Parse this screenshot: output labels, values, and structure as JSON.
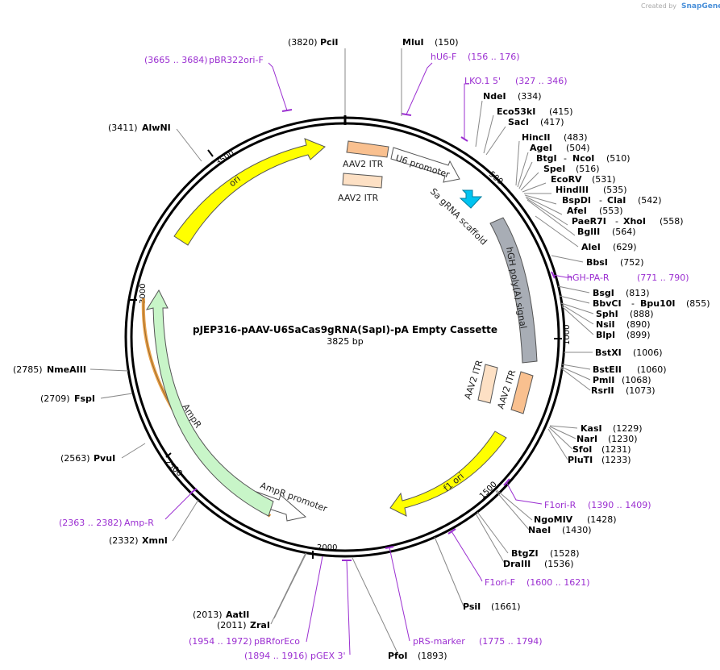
{
  "credit": {
    "prefix": "Created by",
    "brand": "SnapGene"
  },
  "plasmid": {
    "name": "pJEP316-pAAV-U6SaCas9gRNA(SapI)-pA  Empty Cassette",
    "size_label": "3825 bp"
  },
  "colors": {
    "backbone": "#000000",
    "primer": "#9b2fd1",
    "itr_dark": "#f9c08f",
    "itr_light": "#fde0c4",
    "ori": "#ffff00",
    "ampr": "#c8f5c8",
    "sa_scaffold": "#00c3f0",
    "polya": "#a8adb5",
    "promoter": "#ffffff",
    "ampr_outline": "#e8a04a"
  },
  "ticks": [
    {
      "label": "500"
    },
    {
      "label": "1000"
    },
    {
      "label": "1500"
    },
    {
      "label": "2000"
    },
    {
      "label": "2500"
    },
    {
      "label": "3000"
    },
    {
      "label": "3500"
    }
  ],
  "features": [
    {
      "label": "AAV2 ITR"
    },
    {
      "label": "AAV2 ITR"
    },
    {
      "label": "U6 promoter"
    },
    {
      "label": "Sa gRNA scaffold"
    },
    {
      "label": "hGH poly(A) signal"
    },
    {
      "label": "AAV2 ITR"
    },
    {
      "label": "AAV2 ITR"
    },
    {
      "label": "f1 ori"
    },
    {
      "label": "AmpR promoter"
    },
    {
      "label": "AmpR"
    },
    {
      "label": "ori"
    }
  ],
  "sites": [
    {
      "name": "PciI",
      "pos": "(3820)"
    },
    {
      "name": "MluI",
      "pos": "(150)"
    },
    {
      "name": "NdeI",
      "pos": "(334)"
    },
    {
      "name": "Eco53kI",
      "pos": "(415)"
    },
    {
      "name": "SacI",
      "pos": "(417)"
    },
    {
      "name": "HincII",
      "pos": "(483)"
    },
    {
      "name": "AgeI",
      "pos": "(504)"
    },
    {
      "name": "BtgI",
      "name2": "NcoI",
      "pos": "(510)"
    },
    {
      "name": "SpeI",
      "pos": "(516)"
    },
    {
      "name": "EcoRV",
      "pos": "(531)"
    },
    {
      "name": "HindIII",
      "pos": "(535)"
    },
    {
      "name": "BspDI",
      "name2": "ClaI",
      "pos": "(542)"
    },
    {
      "name": "AfeI",
      "pos": "(553)"
    },
    {
      "name": "PaeR7I",
      "name2": "XhoI",
      "pos": "(558)"
    },
    {
      "name": "BglII",
      "pos": "(564)"
    },
    {
      "name": "AleI",
      "pos": "(629)"
    },
    {
      "name": "BbsI",
      "pos": "(752)"
    },
    {
      "name": "BsgI",
      "pos": "(813)"
    },
    {
      "name": "BbvCI",
      "name2": "Bpu10I",
      "pos": "(855)"
    },
    {
      "name": "SphI",
      "pos": "(888)"
    },
    {
      "name": "NsiI",
      "pos": "(890)"
    },
    {
      "name": "BlpI",
      "pos": "(899)"
    },
    {
      "name": "BstXI",
      "pos": "(1006)"
    },
    {
      "name": "BstEII",
      "pos": "(1060)"
    },
    {
      "name": "PmlI",
      "pos": "(1068)"
    },
    {
      "name": "RsrII",
      "pos": "(1073)"
    },
    {
      "name": "KasI",
      "pos": "(1229)"
    },
    {
      "name": "NarI",
      "pos": "(1230)"
    },
    {
      "name": "SfoI",
      "pos": "(1231)"
    },
    {
      "name": "PluTI",
      "pos": "(1233)"
    },
    {
      "name": "NgoMIV",
      "pos": "(1428)"
    },
    {
      "name": "NaeI",
      "pos": "(1430)"
    },
    {
      "name": "BtgZI",
      "pos": "(1528)"
    },
    {
      "name": "DraIII",
      "pos": "(1536)"
    },
    {
      "name": "PsiI",
      "pos": "(1661)"
    },
    {
      "name": "PfoI",
      "pos": "(1893)"
    },
    {
      "name": "ZraI",
      "pos": "(2011)"
    },
    {
      "name": "AatII",
      "pos": "(2013)"
    },
    {
      "name": "XmnI",
      "pos": "(2332)"
    },
    {
      "name": "PvuI",
      "pos": "(2563)"
    },
    {
      "name": "FspI",
      "pos": "(2709)"
    },
    {
      "name": "NmeAIII",
      "pos": "(2785)"
    },
    {
      "name": "AlwNI",
      "pos": "(3411)"
    }
  ],
  "primers": [
    {
      "name": "hU6-F",
      "range": "(156 .. 176)"
    },
    {
      "name": "LKO.1 5'",
      "range": "(327 .. 346)"
    },
    {
      "name": "hGH-PA-R",
      "range": "(771 .. 790)"
    },
    {
      "name": "F1ori-R",
      "range": "(1390 .. 1409)"
    },
    {
      "name": "F1ori-F",
      "range": "(1600 .. 1621)"
    },
    {
      "name": "pRS-marker",
      "range": "(1775 .. 1794)"
    },
    {
      "name": "pGEX 3'",
      "range": "(1894 .. 1916)"
    },
    {
      "name": "pBRforEco",
      "range": "(1954 .. 1972)"
    },
    {
      "name": "Amp-R",
      "range": "(2363 .. 2382)"
    },
    {
      "name": "pBR322ori-F",
      "range": "(3665 .. 3684)"
    }
  ]
}
